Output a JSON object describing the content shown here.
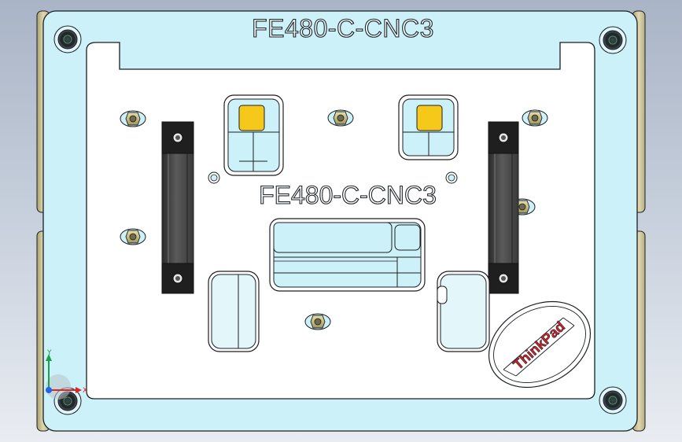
{
  "part": {
    "top_engraving": "FE480-C-CNC3",
    "center_engraving": "FE480-C-CNC3",
    "logo_text": "ThinkPad"
  },
  "triad": {
    "x_label": "X",
    "y_label": "Y"
  },
  "colors": {
    "base_plate": "#cdf1f8",
    "top_plate": "#ffffff",
    "rail": "#d8d0a6",
    "pad_yellow": "#f5c81a",
    "logo_red": "#d3212a",
    "outline": "#1b1f22"
  }
}
